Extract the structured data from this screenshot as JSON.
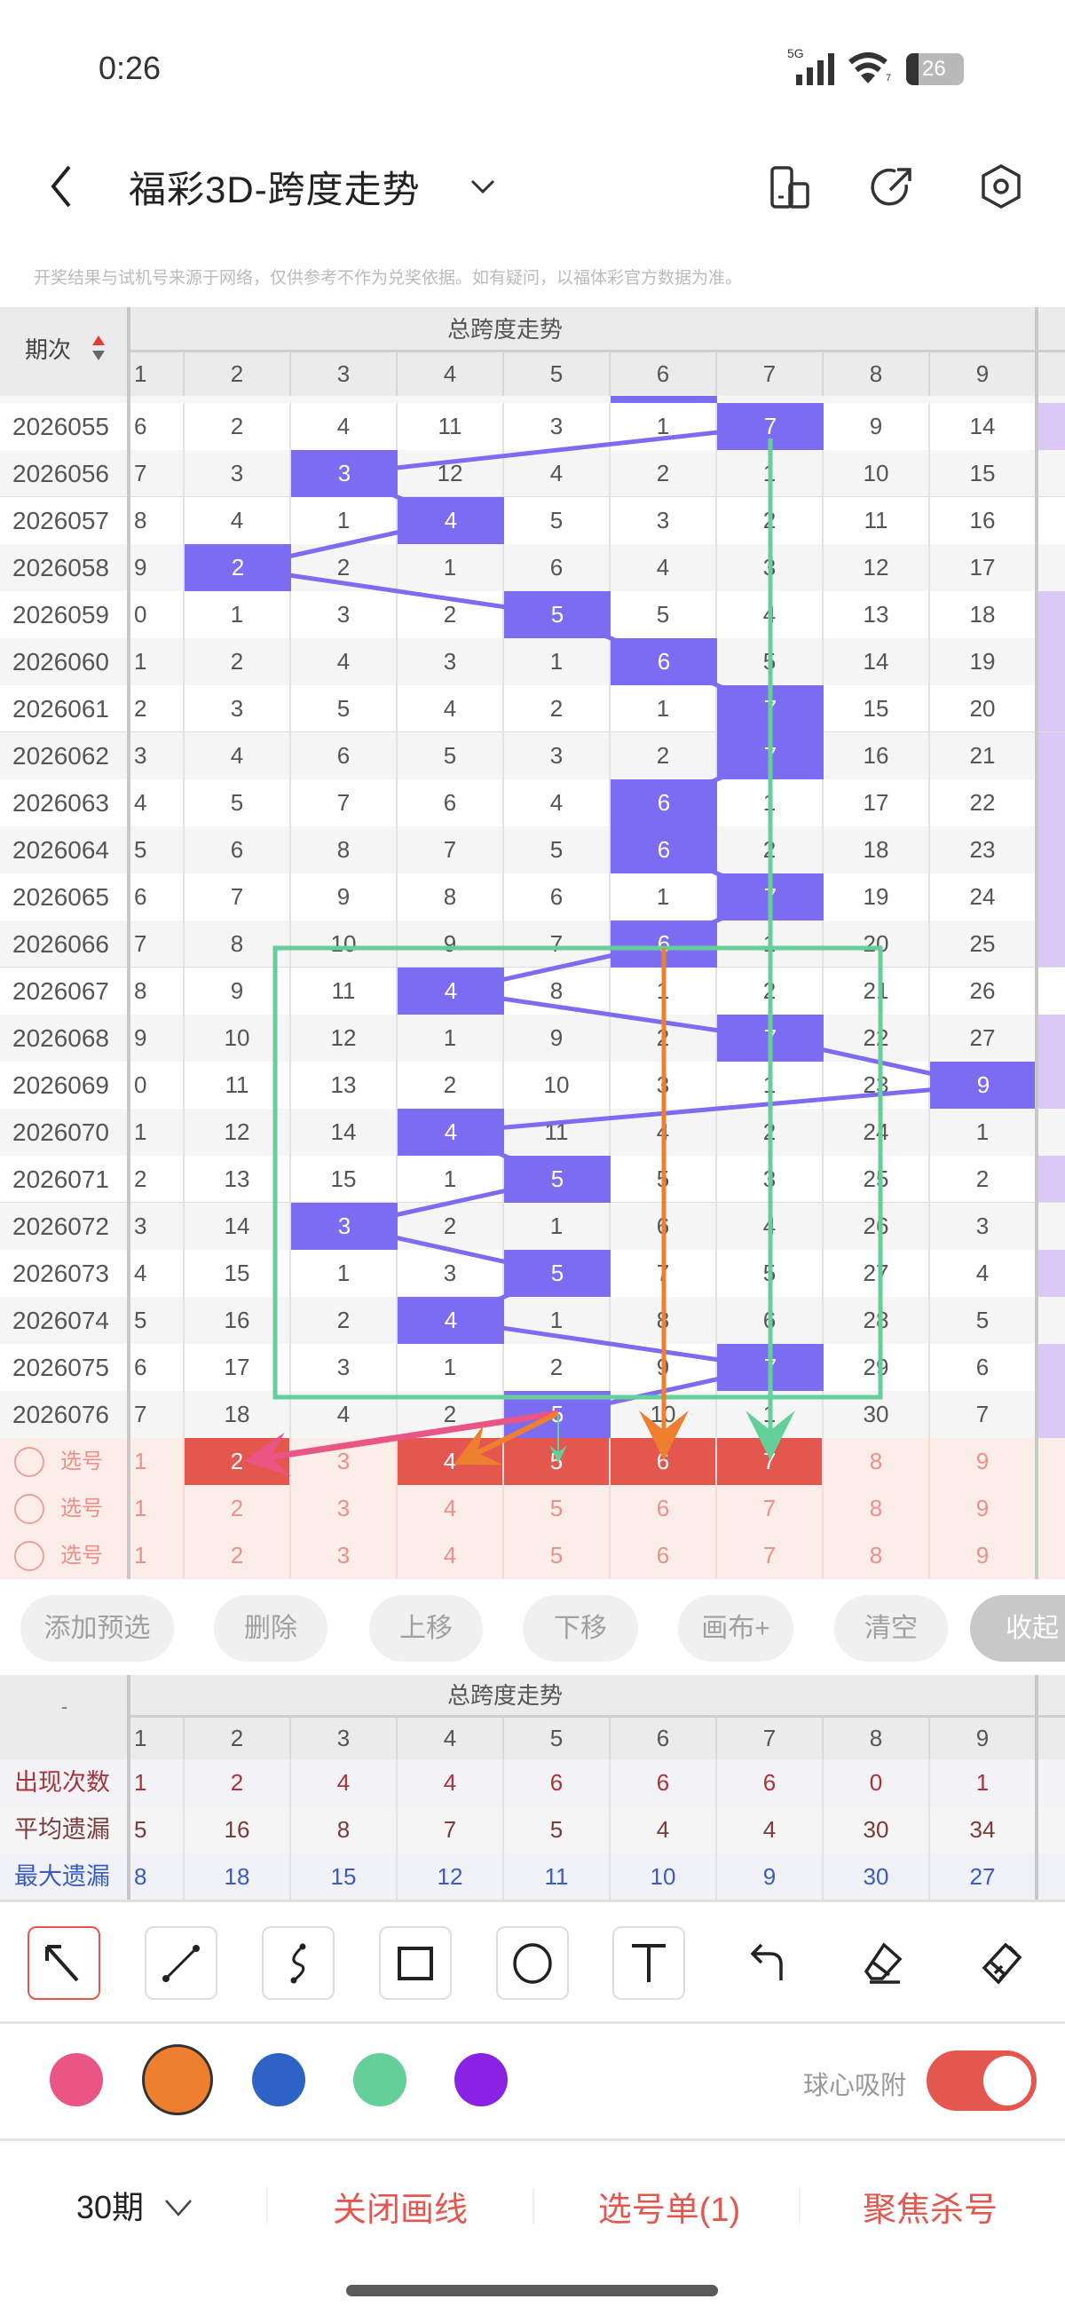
{
  "status_bar": {
    "time": "0:26",
    "network": "5G",
    "wifi_badge": "7",
    "battery": "26"
  },
  "nav": {
    "title": "福彩3D-跨度走势",
    "icons": [
      "back-icon",
      "chevron-down-icon",
      "device-icon",
      "share-icon",
      "settings-icon"
    ]
  },
  "notice": "开奖结果与试机号来源于网络，仅供参考不作为兑奖依据。如有疑问，以福体彩官方数据为准。",
  "trend_table": {
    "period_header": "期次",
    "group_title": "总跨度走势",
    "columns": [
      "1",
      "2",
      "3",
      "4",
      "5",
      "6",
      "7",
      "8",
      "9"
    ],
    "partial_top_hit": 6,
    "rows": [
      {
        "period": "2026055",
        "hit": 7,
        "values": [
          "6",
          "2",
          "4",
          "11",
          "3",
          "1",
          "7",
          "9",
          "14"
        ],
        "side_mark": true
      },
      {
        "period": "2026056",
        "hit": 3,
        "values": [
          "7",
          "3",
          "3",
          "12",
          "4",
          "2",
          "1",
          "10",
          "15"
        ],
        "side_mark": false
      },
      {
        "period": "2026057",
        "hit": 4,
        "values": [
          "8",
          "4",
          "1",
          "4",
          "5",
          "3",
          "2",
          "11",
          "16"
        ],
        "side_mark": false
      },
      {
        "period": "2026058",
        "hit": 2,
        "values": [
          "9",
          "2",
          "2",
          "1",
          "6",
          "4",
          "3",
          "12",
          "17"
        ],
        "side_mark": false
      },
      {
        "period": "2026059",
        "hit": 5,
        "values": [
          "0",
          "1",
          "3",
          "2",
          "5",
          "5",
          "4",
          "13",
          "18"
        ],
        "side_mark": true
      },
      {
        "period": "2026060",
        "hit": 6,
        "values": [
          "1",
          "2",
          "4",
          "3",
          "1",
          "6",
          "5",
          "14",
          "19"
        ],
        "side_mark": true
      },
      {
        "period": "2026061",
        "hit": 7,
        "values": [
          "2",
          "3",
          "5",
          "4",
          "2",
          "1",
          "7",
          "15",
          "20"
        ],
        "side_mark": true
      },
      {
        "period": "2026062",
        "hit": 7,
        "values": [
          "3",
          "4",
          "6",
          "5",
          "3",
          "2",
          "7",
          "16",
          "21"
        ],
        "side_mark": true
      },
      {
        "period": "2026063",
        "hit": 6,
        "values": [
          "4",
          "5",
          "7",
          "6",
          "4",
          "6",
          "1",
          "17",
          "22"
        ],
        "side_mark": true
      },
      {
        "period": "2026064",
        "hit": 6,
        "values": [
          "5",
          "6",
          "8",
          "7",
          "5",
          "6",
          "2",
          "18",
          "23"
        ],
        "side_mark": true
      },
      {
        "period": "2026065",
        "hit": 7,
        "values": [
          "6",
          "7",
          "9",
          "8",
          "6",
          "1",
          "7",
          "19",
          "24"
        ],
        "side_mark": true
      },
      {
        "period": "2026066",
        "hit": 6,
        "values": [
          "7",
          "8",
          "10",
          "9",
          "7",
          "6",
          "1",
          "20",
          "25"
        ],
        "side_mark": true
      },
      {
        "period": "2026067",
        "hit": 4,
        "values": [
          "8",
          "9",
          "11",
          "4",
          "8",
          "1",
          "2",
          "21",
          "26"
        ],
        "side_mark": false
      },
      {
        "period": "2026068",
        "hit": 7,
        "values": [
          "9",
          "10",
          "12",
          "1",
          "9",
          "2",
          "7",
          "22",
          "27"
        ],
        "side_mark": true
      },
      {
        "period": "2026069",
        "hit": 9,
        "values": [
          "0",
          "11",
          "13",
          "2",
          "10",
          "3",
          "1",
          "23",
          "9"
        ],
        "side_mark": true
      },
      {
        "period": "2026070",
        "hit": 4,
        "values": [
          "1",
          "12",
          "14",
          "4",
          "11",
          "4",
          "2",
          "24",
          "1"
        ],
        "side_mark": false
      },
      {
        "period": "2026071",
        "hit": 5,
        "values": [
          "2",
          "13",
          "15",
          "1",
          "5",
          "5",
          "3",
          "25",
          "2"
        ],
        "side_mark": true
      },
      {
        "period": "2026072",
        "hit": 3,
        "values": [
          "3",
          "14",
          "3",
          "2",
          "1",
          "6",
          "4",
          "26",
          "3"
        ],
        "side_mark": false
      },
      {
        "period": "2026073",
        "hit": 5,
        "values": [
          "4",
          "15",
          "1",
          "3",
          "5",
          "7",
          "5",
          "27",
          "4"
        ],
        "side_mark": true
      },
      {
        "period": "2026074",
        "hit": 4,
        "values": [
          "5",
          "16",
          "2",
          "4",
          "1",
          "8",
          "6",
          "28",
          "5"
        ],
        "side_mark": false
      },
      {
        "period": "2026075",
        "hit": 7,
        "values": [
          "6",
          "17",
          "3",
          "1",
          "2",
          "9",
          "7",
          "29",
          "6"
        ],
        "side_mark": true
      },
      {
        "period": "2026076",
        "hit": 5,
        "values": [
          "7",
          "18",
          "4",
          "2",
          "5",
          "10",
          "1",
          "30",
          "7"
        ],
        "side_mark": true
      }
    ],
    "select_label": "选号",
    "select_rows": [
      {
        "selected": [
          2,
          4,
          5,
          6,
          7
        ]
      },
      {
        "selected": []
      },
      {
        "selected": []
      }
    ]
  },
  "actions": [
    {
      "label": "添加预选"
    },
    {
      "label": "删除"
    },
    {
      "label": "上移"
    },
    {
      "label": "下移"
    },
    {
      "label": "画布+"
    },
    {
      "label": "清空"
    },
    {
      "label": "收起"
    }
  ],
  "stats": {
    "corner": "-",
    "group_title": "总跨度走势",
    "columns": [
      "1",
      "2",
      "3",
      "4",
      "5",
      "6",
      "7",
      "8",
      "9"
    ],
    "rows": [
      {
        "label": "出现次数",
        "values": [
          "1",
          "2",
          "4",
          "4",
          "6",
          "6",
          "6",
          "0",
          "1"
        ],
        "color": "#a8343a"
      },
      {
        "label": "平均遗漏",
        "values": [
          "5",
          "16",
          "8",
          "7",
          "5",
          "4",
          "4",
          "30",
          "34"
        ],
        "color": "#7a3b3b"
      },
      {
        "label": "最大遗漏",
        "values": [
          "8",
          "18",
          "15",
          "12",
          "11",
          "10",
          "9",
          "30",
          "27"
        ],
        "color": "#3a5cc0"
      }
    ]
  },
  "draw_tools": [
    "arrow-tool",
    "line-tool",
    "curve-tool",
    "rectangle-tool",
    "circle-tool",
    "text-tool",
    "undo",
    "eraser",
    "clear-all"
  ],
  "active_tool": "arrow-tool",
  "colors": [
    "#e95584",
    "#ee7f2e",
    "#2c63c4",
    "#64cf99",
    "#8a22e4"
  ],
  "selected_color": "#ee7f2e",
  "snap": {
    "label": "球心吸附",
    "on": true
  },
  "bottom": {
    "period_select": "30期",
    "close_draw": "关闭画线",
    "select_list": "选号单(1)",
    "focus_kill": "聚焦杀号"
  },
  "theme": {
    "hit": "#7b6cf2",
    "selected": "#e4574f",
    "side_mark": "#dcc8f5",
    "annotation_green": "#64cf99",
    "annotation_orange": "#ee7f2e",
    "annotation_pink": "#e95584"
  }
}
